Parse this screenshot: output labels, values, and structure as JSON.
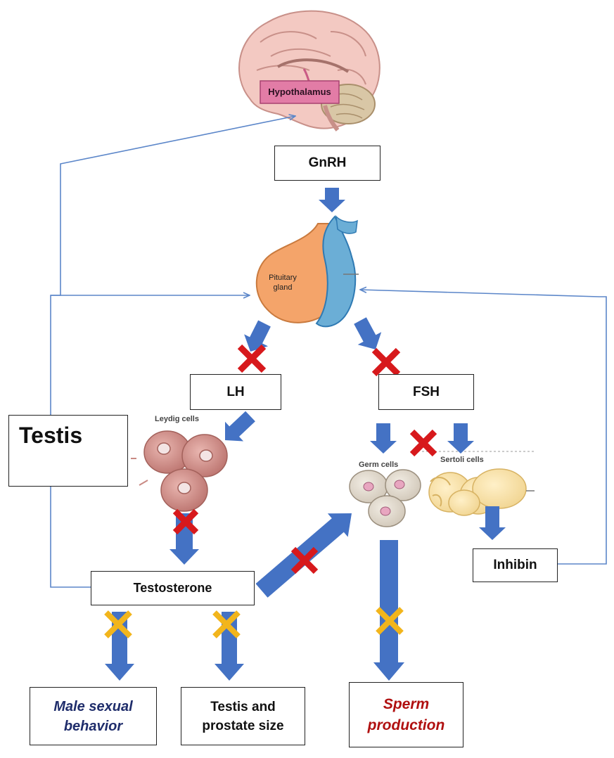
{
  "hypothalamus_label": "Hypothalamus",
  "pituitary_label_1": "Pituitary",
  "pituitary_label_2": "gland",
  "leydig_label": "Leydig cells",
  "germ_label": "Germ cells",
  "sertoli_label": "Sertoli cells",
  "boxes": {
    "gnrh": "GnRH",
    "lh": "LH",
    "fsh": "FSH",
    "testis": "Testis",
    "testosterone": "Testosterone",
    "inhibin": "Inhibin",
    "male_sexual_behavior_1": "Male sexual",
    "male_sexual_behavior_2": "behavior",
    "testis_prostate_1": "Testis and",
    "testis_prostate_2": "prostate size",
    "sperm_production_1": "Sperm",
    "sperm_production_2": "production"
  },
  "colors": {
    "arrow": "#4472c4",
    "feedback_line": "#5b86c9",
    "red_x": "#d7191c",
    "yellow_x": "#f2b51c",
    "male_text": "#1f2d6b",
    "sperm_text": "#b01010",
    "hypothalamus_box": "#e27ca6"
  }
}
